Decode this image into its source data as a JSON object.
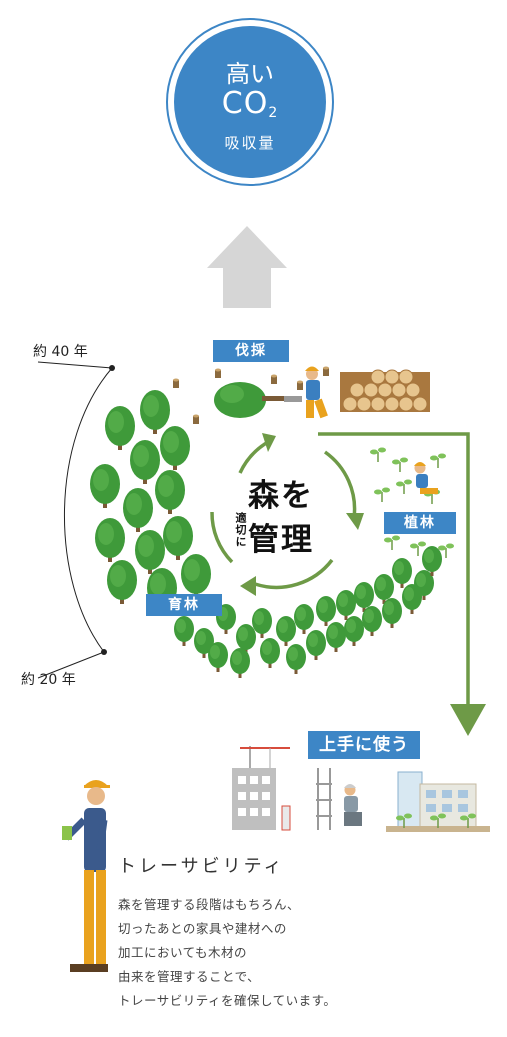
{
  "co2": {
    "line1": "高い",
    "line2": "CO",
    "subscript": "2",
    "line3": "吸収量"
  },
  "cycle": {
    "center_main_1": "森を",
    "center_main_2": "管理",
    "center_sub": "適切に",
    "harvest_label": "伐採",
    "planting_label": "植林",
    "nurture_label": "育林"
  },
  "timeline": {
    "top_label": "約 40 年",
    "bottom_label": "約 20 年"
  },
  "use": {
    "label": "上手に使う"
  },
  "traceability": {
    "title": "トレーサビリティ",
    "lines": [
      "森を管理する段階はもちろん、",
      "切ったあとの家具や建材への",
      "加工においても木材の",
      "由来を管理することで、",
      "トレーサビリティを確保しています。"
    ]
  },
  "colors": {
    "brand_blue": "#3d86c6",
    "arrow_green": "#6e9a47",
    "tree_green": "#3f9a3a",
    "arrow_gray": "#d6d6d6"
  }
}
